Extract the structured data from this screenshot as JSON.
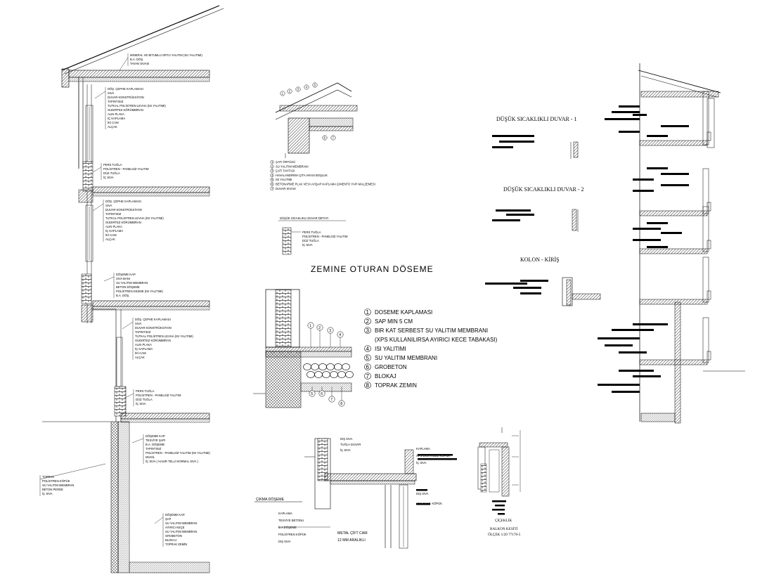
{
  "title_ground_slab": "ZEMINE OTURAN DÖSEME",
  "ground_slab_legend": [
    {
      "num": "1",
      "text": "DOSEME KAPLAMASI"
    },
    {
      "num": "2",
      "text": "SAP MIN 5 CM"
    },
    {
      "num": "3",
      "text": "BIR KAT SERBEST SU YALITIM MEMBRANI"
    },
    {
      "num": "",
      "text": "(XPS KULLANILIRSA AYIRICI KECE TABAKASI)"
    },
    {
      "num": "4",
      "text": "ISI YALITIMI"
    },
    {
      "num": "5",
      "text": "SU YALITIM MEMBRANI"
    },
    {
      "num": "6",
      "text": "GROBETON"
    },
    {
      "num": "7",
      "text": "BLOKAJ"
    },
    {
      "num": "8",
      "text": "TOPRAK ZEMIN"
    }
  ],
  "right_titles": {
    "wall1": "DÜŞÜK SICAKLIKLI DUVAR - 1",
    "wall2": "DÜŞÜK SICAKLIKLI DUVAR - 2",
    "column": "KOLON - KİRİŞ"
  },
  "balcony": {
    "label_cicek": "ÇİÇEKLİK",
    "title": "BALKON KESİTİ",
    "scale": "ÖLÇEK 1/20 77170-5"
  },
  "bottom_detail": {
    "title": "ÇIKMA DÖŞEME",
    "labels_left": [
      "KAPLAMA",
      "TESVİYE BETONU",
      "B.A DÖŞEME",
      "POLİSTREN KÖPÜK",
      "DIŞ SIVA"
    ],
    "labels_top": [
      "DIŞ SIVA",
      "TUĞLA DUVAR",
      "İÇ SIVA"
    ],
    "labels_right": [
      "KAPLAMA",
      "XPS EKSTRÜDE KÖPÜK",
      "İÇ SIVA",
      "DIŞ SIVA",
      "XPS EKST. KÖPÜK"
    ],
    "window_label": [
      "METAL ÇİFT CAM",
      "12 MM ARALIKLI"
    ]
  },
  "left_section": {
    "roof_notes": [
      "MINERAL VE BITUMLU ORTU YALITIM (SU YALITIMI)",
      "B.A. DÖŞ.",
      "TAVAN SIVASI"
    ],
    "floor_notes_1": [
      "DÖŞ. ÇEPHE KAPLAMASI",
      "SIVA",
      "DUVAR KONSTRÜKSİYON",
      "TAPINTISIZ",
      "TUTKAL POLİSTREN LEVHA (ISI YALITIMI)",
      "GUDIRTEZ KÖRÜMBİRAN",
      "ALIN PLAKA",
      "İÇ KAPLAMA",
      "İKİ CAM",
      "ALÇAK"
    ],
    "brick_notes": [
      "PERS TUĞLA",
      "POLİSTREN - PANELSİZ YALITIM",
      "DÜZ TUĞLA",
      "İÇ SIVA"
    ],
    "floor_notes_2": [
      "DÖŞ. ÇEPHE KAPLAMASI",
      "SIVA",
      "DUVAR KONSTRÜKSİYON",
      "TAPINTISIZ",
      "TUTKAL POLİSTREN LEVHA (ISI YALITIMI)",
      "GUDIRTEZ KÖRÜMBİRAN",
      "ALIN PLAKA",
      "İÇ KAPLAMA",
      "İKİ CAM",
      "ALÇAK"
    ],
    "slab_notes": [
      "DÖŞEME KAP.",
      "SIVA BANI",
      "SU YALITIM MEMBRAN",
      "BETON DÖŞEME",
      "POLİSTREN KESME (ISI YALITIMI)",
      "B.A. DÖŞ."
    ],
    "floor_notes_3": [
      "DÖŞ. ÇEPHE KAPLAMASI",
      "SIVA",
      "DUVAR KONSTRÜKSİYON",
      "TAPINTISIZ",
      "TUTKAL POLİSTREN LEVHA (ISI YALITIMI)",
      "GUDIRTEZ KÖRÜMBİRAN",
      "ALIN PLAKA",
      "İÇ KAPLAMA",
      "İKİ CAM",
      "ALÇAK"
    ],
    "brick_notes_2": [
      "PERS TUĞLA",
      "POLİSTREN - PANELSİZ YALITIM",
      "DÜZ TUĞLA",
      "İÇ SIVA"
    ],
    "basement_notes": [
      "DÖŞEME KAP.",
      "TESVİYE ŞAPI",
      "B.A. DÖŞEME",
      "TAPINTISIZ",
      "POLİSTREN - PANELSİZ YALITIM (ISI YALITIMI)",
      "MUHİL",
      "İÇ SIVA ( HASIR TELLİ NORMAL SIVA )"
    ],
    "ground_notes": [
      "TOPRAK",
      "POLİSTREN KÖPÜK",
      "SU YALITIM MEMBRAN",
      "BETON PERDE",
      "İÇ SIVA"
    ],
    "base_notes": [
      "DÖŞEME KAP.",
      "ŞAP",
      "SU YALITIM MEMBRAN",
      "AYIRICI KEÇE",
      "SU YALITIM MEMBRAN",
      "GROBETON",
      "BLOKAJ",
      "TOPRAK ZEMİN"
    ]
  },
  "roof_detail_legend": [
    {
      "num": "1",
      "text": "ÇATI ÖRTÜSÜ"
    },
    {
      "num": "2",
      "text": "SU YALITIM MEMBRANI"
    },
    {
      "num": "3",
      "text": "ÇATI TAHTASI"
    },
    {
      "num": "4",
      "text": "HAVALANDIRMA ÇITA ARASI BOŞLUK"
    },
    {
      "num": "5",
      "text": "ISI YALITIMI"
    },
    {
      "num": "6",
      "text": "BETONARME PLAK VEYA AHŞAP KAPLAMA ÇIMENTO YAPI MALZEMESI"
    },
    {
      "num": "7",
      "text": "DUVAR SIVASI"
    }
  ],
  "wall_small_detail": {
    "title": "DÜŞÜK SICAKLIKLI DUVAR DETAYI",
    "notes": [
      "PERS TUĞLA",
      "POLİSTREN - PANELSİZ YALITIM",
      "DÜZ TUĞLA",
      "İÇ SIVA"
    ]
  }
}
